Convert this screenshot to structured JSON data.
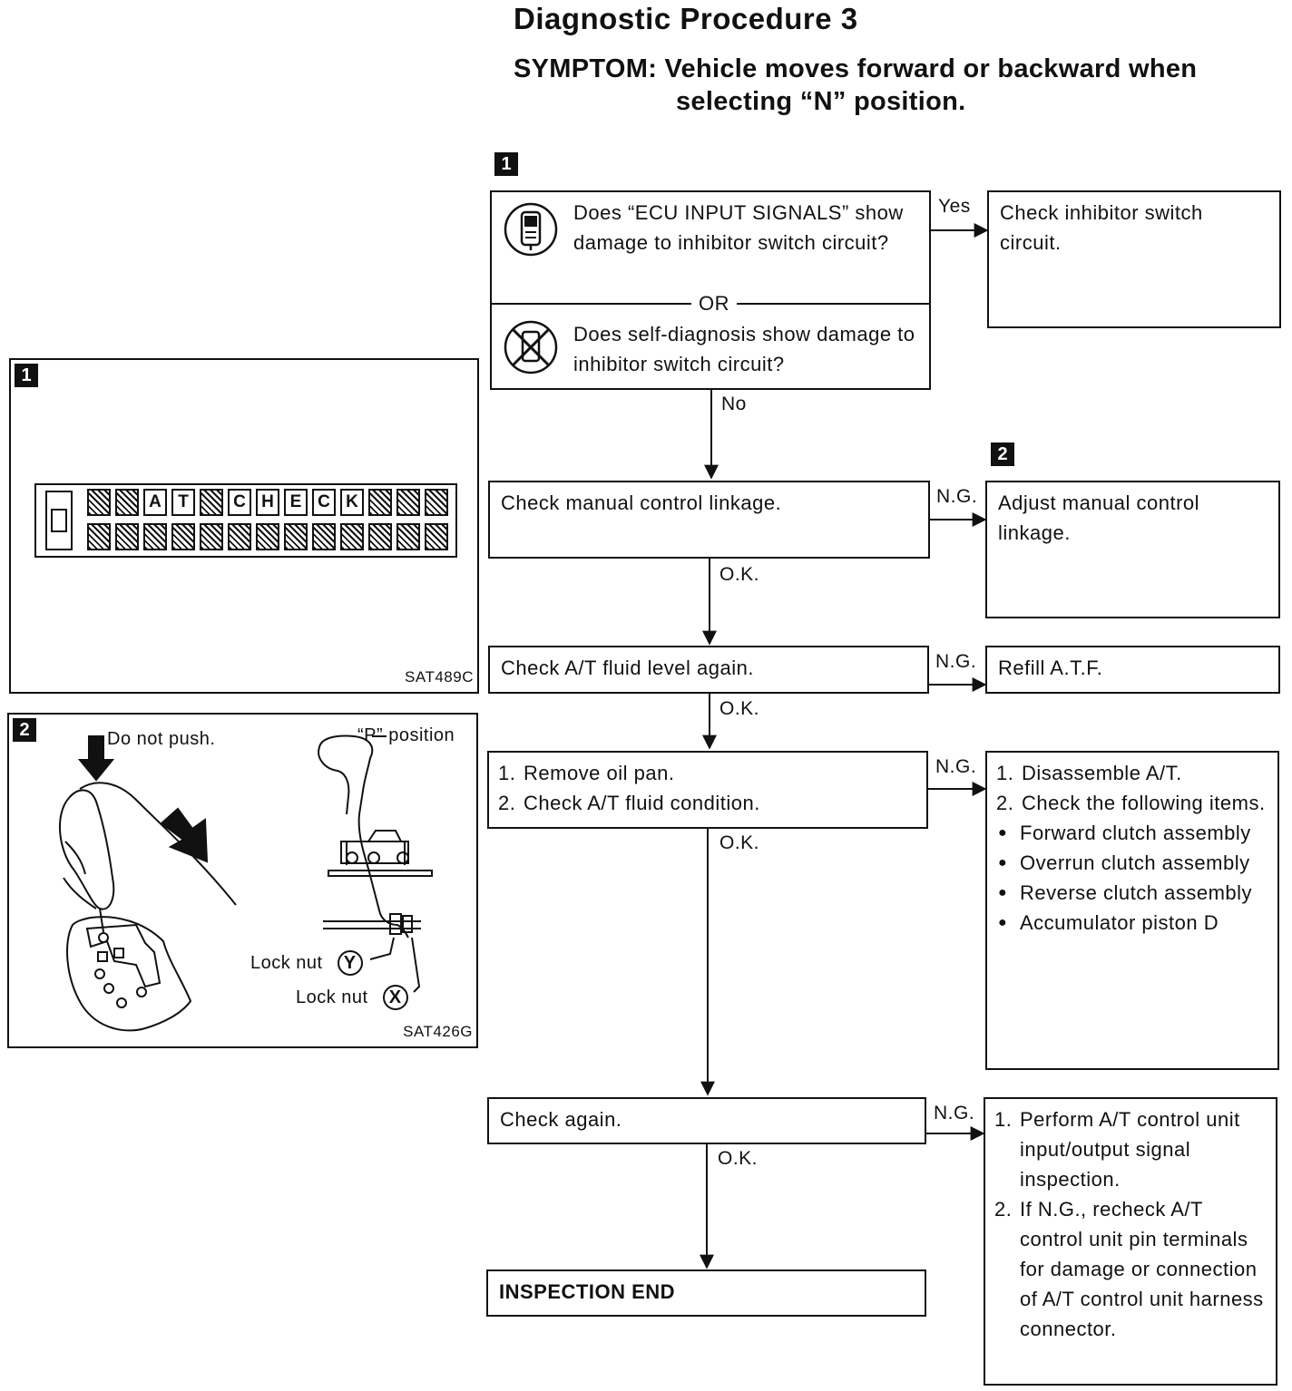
{
  "header": {
    "title": "Diagnostic Procedure 3",
    "symptom_line1": "SYMPTOM: Vehicle moves forward or backward when",
    "symptom_line2": "selecting “N” position."
  },
  "tags": {
    "one": "1",
    "two": "2"
  },
  "figures": {
    "fig1": {
      "code": "SAT489C",
      "display_letters": [
        "A",
        "T",
        "C",
        "H",
        "E",
        "C",
        "K"
      ]
    },
    "fig2": {
      "do_not_push": "Do not push.",
      "p_position": "“P” position",
      "lock_nut_y": "Lock nut",
      "lock_nut_y_symbol": "Y",
      "lock_nut_x": "Lock nut",
      "lock_nut_x_symbol": "X",
      "code": "SAT426G"
    }
  },
  "flow": {
    "q1a": "Does “ECU INPUT SIGNALS” show damage to inhibitor switch circuit?",
    "or": "OR",
    "q1b": "Does self-diagnosis show damage to inhibitor switch circuit?",
    "yes": "Yes",
    "yes_action": "Check inhibitor switch circuit.",
    "no": "No",
    "step2": "Check manual control linkage.",
    "step2_ng_action": "Adjust manual control linkage.",
    "step3": "Check A/T fluid level again.",
    "step3_ng_action": "Refill A.T.F.",
    "step4_items": [
      "Remove oil pan.",
      "Check A/T fluid condition."
    ],
    "step4_ng_items": [
      "Disassemble A/T.",
      "Check the following items."
    ],
    "step4_ng_bullets": [
      "Forward clutch assembly",
      "Overrun clutch assembly",
      "Reverse clutch assembly",
      "Accumulator piston D"
    ],
    "step5": "Check again.",
    "step5_ng_items": [
      "Perform A/T control unit input/output signal inspection.",
      "If N.G., recheck A/T control unit pin terminals for damage or connection of A/T control unit harness connector."
    ],
    "end": "INSPECTION END",
    "ng": "N.G.",
    "ok": "O.K."
  }
}
